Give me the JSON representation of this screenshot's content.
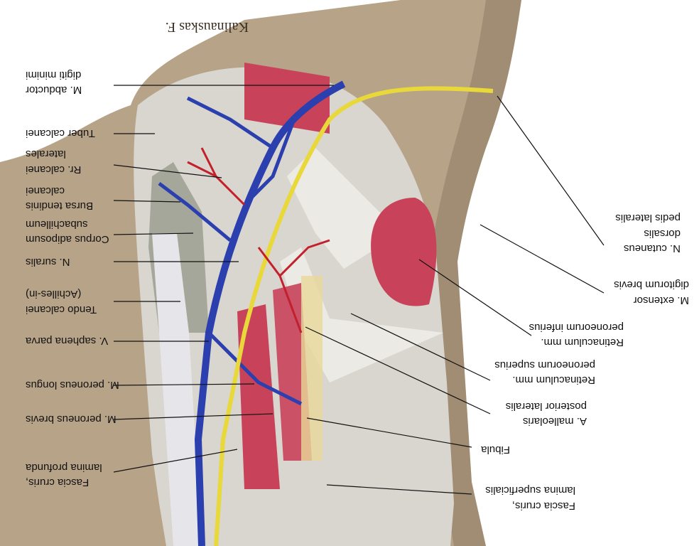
{
  "signature": "Kalinauskas F.",
  "orientation": "rotated-180",
  "colors": {
    "skin": "#b7a388",
    "skin_dark": "#8f7b62",
    "fascia": "#d9d6cf",
    "vein": "#2b3fae",
    "nerve": "#e8d83a",
    "artery": "#c4202c",
    "muscle": "#c8435a",
    "tendon": "#e6e6ea",
    "fat": "#a6a79b",
    "edge": "#f1efe8"
  },
  "labels": {
    "l01": "M. abductor",
    "l02": "digiti minimi",
    "l03": "Tuber calcanei",
    "l04": "Rr. calcanei",
    "l05": "laterales",
    "l06": "Bursa tendinis",
    "l07": "calcanei",
    "l08": "Corpus adiposum",
    "l09": "subachilleum",
    "l10": "N. suralis",
    "l11": "Tendo calcanei",
    "l12": "(Achilles-in)",
    "l13": "V. saphena parva",
    "l14": "M. peroneus longus",
    "l15": "M. peroneus brevis",
    "l16": "Fascia cruris,",
    "l17": "lamina profunda",
    "l18": "N. cutaneus",
    "l19": "dorsalis",
    "l20": "pedis lateralis",
    "l21": "M. extensor",
    "l22": "digitorum brevis",
    "l23": "Retinaculum mm.",
    "l24": "peroneorum inferius",
    "l25": "Retinaculum mm.",
    "l26": "peroneorum superius",
    "l27": "A. malleolaris",
    "l28": "posterior lateralis",
    "l29": "Fibula",
    "l30": "Fascia cruris,",
    "l31": "lamina superficialis"
  }
}
